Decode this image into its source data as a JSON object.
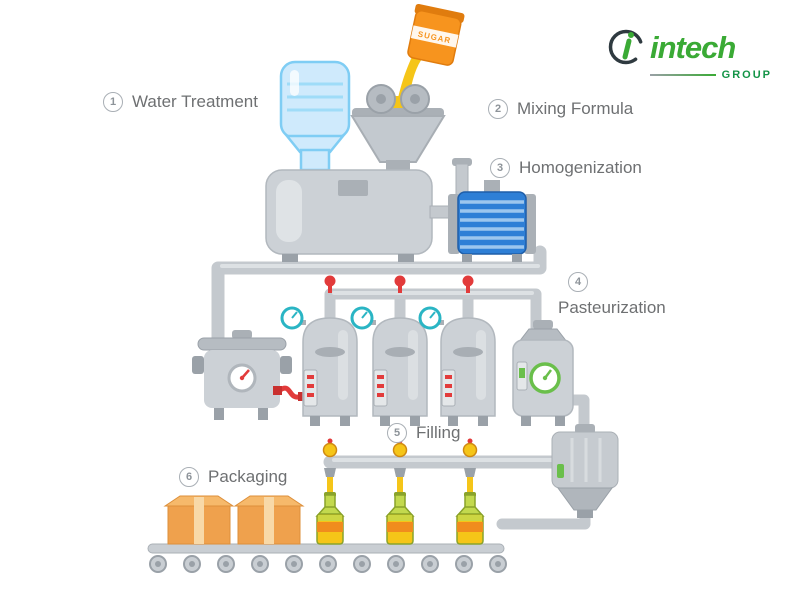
{
  "logo": {
    "brand": "intech",
    "group": "GROUP",
    "brand_color": "#3aaa35"
  },
  "steps": [
    {
      "number": "1",
      "label": "Water Treatment"
    },
    {
      "number": "2",
      "label": "Mixing Formula"
    },
    {
      "number": "3",
      "label": "Homogenization"
    },
    {
      "number": "4",
      "label": "Pasteurization"
    },
    {
      "number": "5",
      "label": "Filling"
    },
    {
      "number": "6",
      "label": "Packaging"
    }
  ],
  "equipment_labels": {
    "sugar_bag": "SUGAR"
  },
  "colors": {
    "machine_gray": "#ccd1d6",
    "machine_gray_dark": "#9aa1a8",
    "pipe_gray": "#c4c9ce",
    "water_blue": "#cfeafc",
    "water_blue_stroke": "#7fcdf4",
    "homogenizer_blue": "#2e7fd6",
    "sugar_orange": "#f7941e",
    "liquid_yellow": "#f5c518",
    "valve_red": "#e23b3b",
    "gauge_teal": "#2ab5c4",
    "gauge_green": "#6abf4b",
    "bottle_green": "#c3d94e",
    "bottle_label_orange": "#f08c1e",
    "box_orange": "#efa14d"
  }
}
